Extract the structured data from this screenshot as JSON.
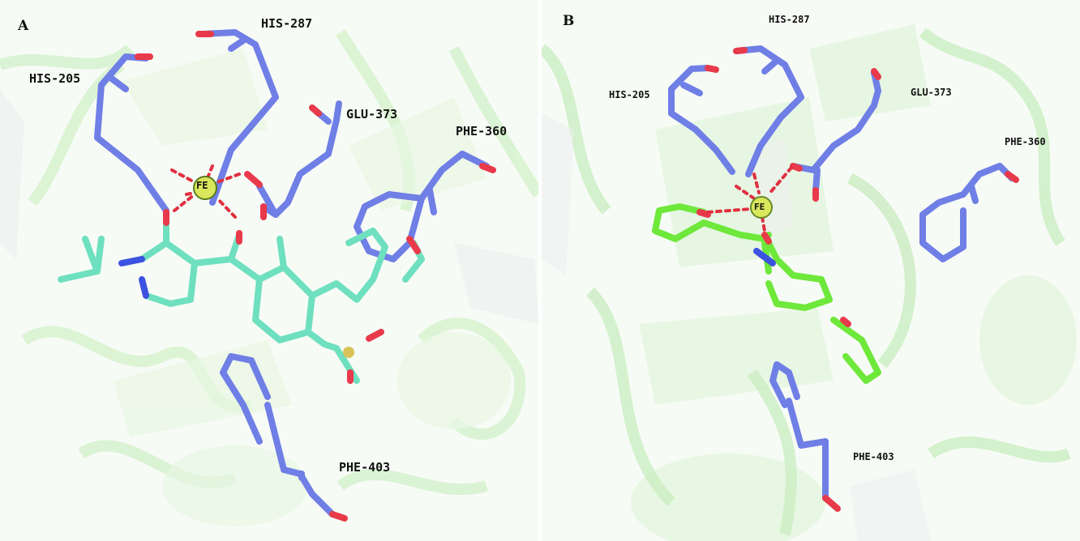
{
  "figure": {
    "panels": [
      {
        "id": "A",
        "letter": "A",
        "metal": "FE",
        "ligand_color": "#6ee0bf",
        "residue_color": "#6f7fe6",
        "labels": {
          "his287": "HIS-287",
          "his205": "HIS-205",
          "glu373": "GLU-373",
          "phe360": "PHE-360",
          "phe403": "PHE-403"
        }
      },
      {
        "id": "B",
        "letter": "B",
        "metal": "FE",
        "ligand_color": "#6ee83a",
        "residue_color": "#6f7fe6",
        "labels": {
          "his287": "HIS-287",
          "his205": "HIS-205",
          "glu373": "GLU-373",
          "phe360": "PHE-360",
          "phe403": "PHE-403"
        }
      }
    ],
    "colors": {
      "oxygen": "#e83a4a",
      "nitrogen": "#3d52e0",
      "metal": "#d8e85a",
      "contact": "#e03040",
      "cartoon": "#c9f0c0",
      "sulfur": "#d9c25a"
    }
  }
}
